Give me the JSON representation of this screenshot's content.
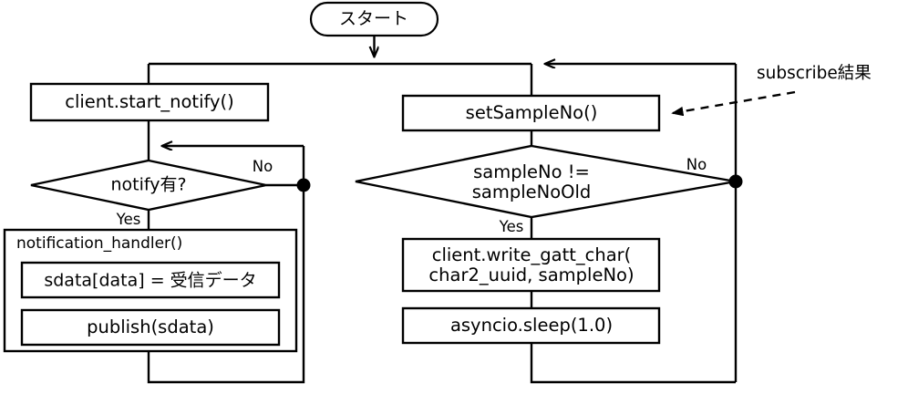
{
  "diagram": {
    "title": "BLE notify / subscribe flowchart",
    "background": "#ffffff",
    "line_color": "#000000",
    "start": {
      "label": "スタート"
    },
    "left_branch": {
      "action": "client.start_notify()",
      "decision": "notify有?",
      "yes_label": "Yes",
      "no_label": "No",
      "group_label": "notification_handler()",
      "group_steps": [
        "sdata[data] = 受信データ",
        "publish(sdata)"
      ]
    },
    "right_branch": {
      "action": "setSampleNo()",
      "decision_line1": "sampleNo !=",
      "decision_line2": "sampleNoOld",
      "yes_label": "Yes",
      "no_label": "No",
      "steps": [
        {
          "line1": "client.write_gatt_char(",
          "line2": "char2_uuid, sampleNo)"
        },
        {
          "line1": "asyncio.sleep(1.0)",
          "line2": ""
        }
      ]
    },
    "annotation": {
      "label": "subscribe結果"
    }
  }
}
